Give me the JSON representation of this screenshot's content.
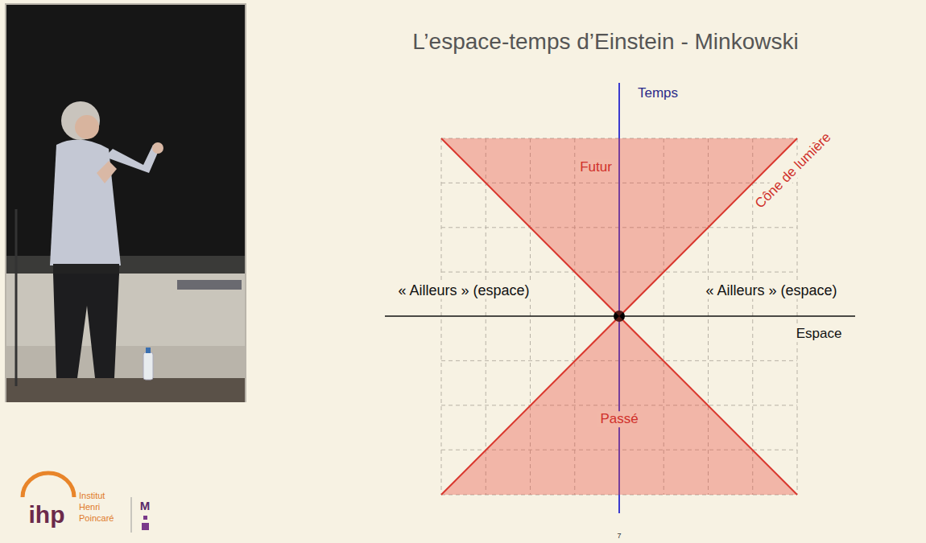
{
  "diagram": {
    "title": "L’espace-temps d’Einstein - Minkowski",
    "nodes": [
      {
        "text": [
          "Futur"
        ]
      },
      {
        "text": [
          "Passé"
        ]
      }
    ],
    "labels": [
      "Temps",
      "Cône de lumière",
      "« Ailleurs » (espace)",
      "« Ailleurs » (espace)",
      "Espace",
      "7",
      "ihp",
      "Institut Henri Poincaré",
      "M"
    ]
  }
}
